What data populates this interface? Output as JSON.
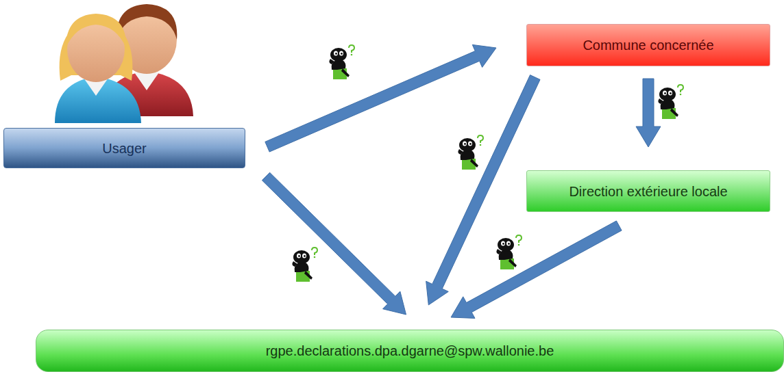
{
  "diagram": {
    "nodes": [
      {
        "text": [
          "Usager"
        ]
      },
      {
        "text": [
          "Commune concernée"
        ]
      },
      {
        "text": [
          "Direction extérieure locale"
        ]
      },
      {
        "text": [
          "rgpe.declarations.dpa.dgarne@spw.wallonie.be"
        ]
      }
    ],
    "edges": [
      {
        "from": 0,
        "to": 1,
        "arrow": "to"
      },
      {
        "from": 0,
        "to": 3,
        "arrow": "to"
      },
      {
        "from": 1,
        "to": 2,
        "arrow": "to"
      },
      {
        "from": 1,
        "to": 3,
        "arrow": "to"
      },
      {
        "from": 2,
        "to": 3,
        "arrow": "to"
      }
    ]
  }
}
